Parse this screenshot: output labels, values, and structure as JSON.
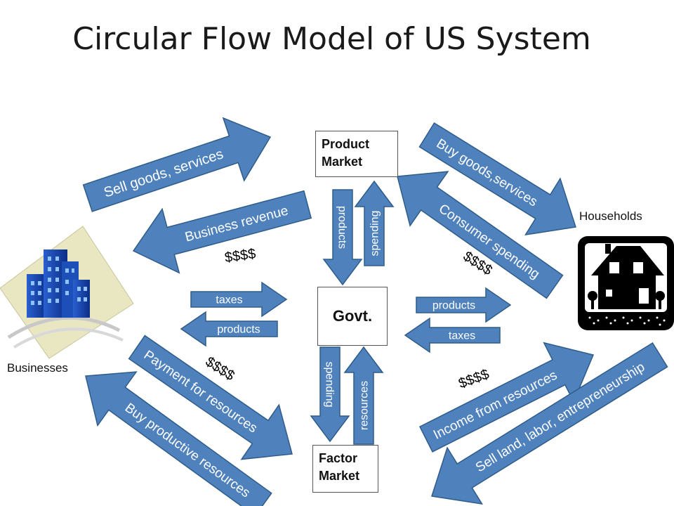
{
  "title": "Circular Flow Model of US System",
  "nodes": {
    "product_market": "Product\nMarket",
    "factor_market": "Factor\nMarket",
    "govt": "Govt.",
    "businesses": "Businesses",
    "households": "Households"
  },
  "flows": {
    "sell_goods": "Sell goods, services",
    "business_revenue": "Business revenue",
    "buy_goods": "Buy goods,services",
    "consumer_spending": "Consumer spending",
    "payment_resources": "Payment for resources",
    "buy_productive": "Buy productive resources",
    "income_resources": "Income from resources",
    "sell_land": "Sell land, labor, entrepreneurship",
    "taxes_left": "taxes",
    "products_left": "products",
    "products_right": "products",
    "taxes_right": "taxes",
    "products_top": "products",
    "spending_top": "spending",
    "spending_bottom": "spending",
    "resources_bottom": "resources"
  },
  "money_labels": [
    "$$$$",
    "$$$$",
    "$$$$",
    "$$$$"
  ],
  "colors": {
    "arrow_fill": "#4F81BD",
    "arrow_stroke": "#2E5C8A"
  }
}
